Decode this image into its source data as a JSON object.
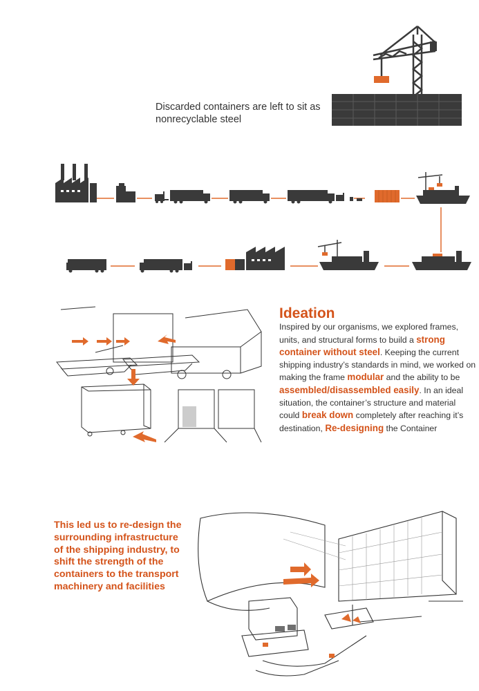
{
  "caption": "Discarded containers are left to sit as nonrecyclable steel",
  "ideation": {
    "heading": "Ideation",
    "p1": "Inspired by our organisms, we explored frames, units, and structural forms to build a ",
    "hl1": "strong container without steel",
    "p2": ". Keeping the current shipping industry’s standards in mind, we worked on making the frame ",
    "hl2": "modular",
    "p3": " and the ability to be ",
    "hl3": "assembled/disassembled easily",
    "p4": ". In an ideal situation, the container’s structure and material could ",
    "hl4": "break down",
    "p5": " completely after reaching it’s destination, ",
    "hl5": "Re-designing",
    "p6": " the Container"
  },
  "conclusion": "This led us to re-design the surrounding infrastructure of the shipping industry, to shift the strength of the containers to the transport machinery and facilities",
  "colors": {
    "accent": "#d4531a",
    "dark": "#3a3a3a",
    "line": "#e06a2c"
  },
  "icons": [
    "crane-icon",
    "container-stack-icon",
    "factory-icon",
    "truck-icon",
    "forklift-icon",
    "container-icon",
    "ship-icon"
  ]
}
